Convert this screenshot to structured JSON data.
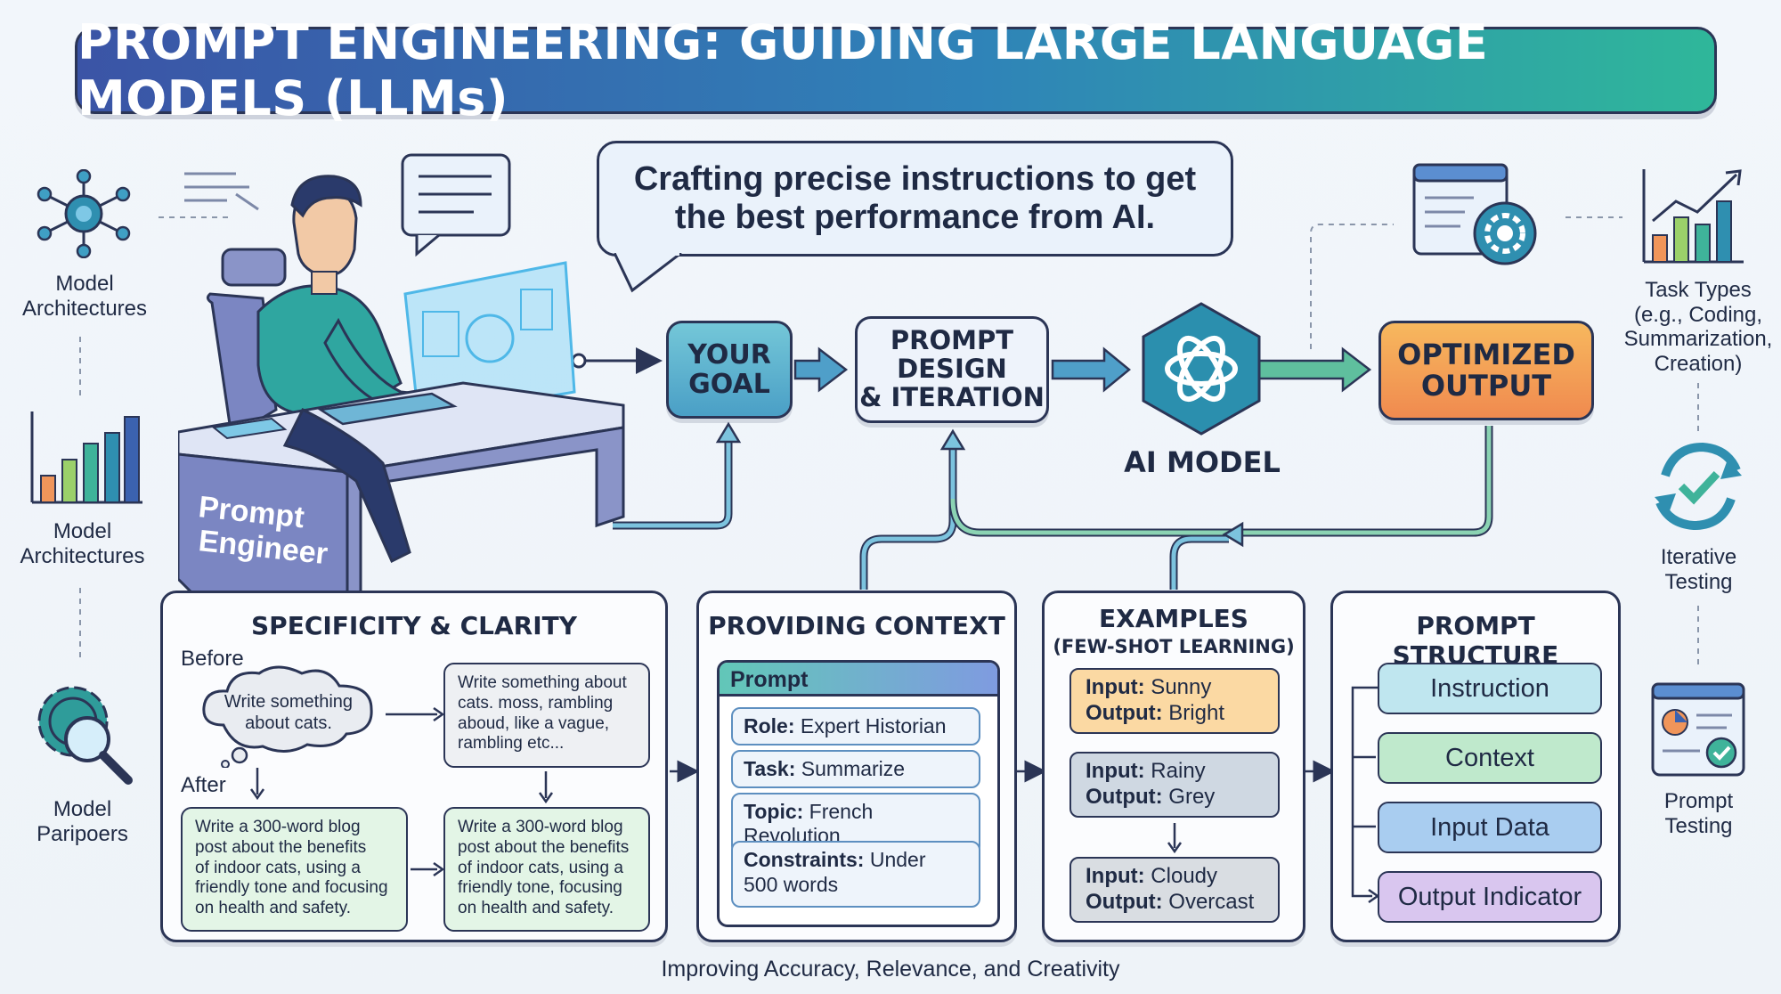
{
  "title": "PROMPT ENGINEERING: GUIDING LARGE LANGUAGE MODELS (LLMs)",
  "speech_bubble": "Crafting precise instructions to get\nthe best performance from AI.",
  "engineer_label": "Prompt\nEngineer",
  "flow": {
    "goal": "YOUR\nGOAL",
    "design": "PROMPT\nDESIGN\n& ITERATION",
    "ai_model": "AI MODEL",
    "output": "OPTIMIZED\nOUTPUT"
  },
  "left_sidebar": [
    {
      "label": "Model\nArchitectures",
      "icon": "network-icon"
    },
    {
      "label": "Model\nArchitectures",
      "icon": "bar-chart-icon"
    },
    {
      "label": "Model\nParipoers",
      "icon": "gear-search-icon"
    }
  ],
  "right_sidebar": [
    {
      "label": "Task Types\n(e.g., Coding,\nSummarization,\nCreation)",
      "icon": "growth-chart-icon"
    },
    {
      "label": "Iterative\nTesting",
      "icon": "refresh-check-icon"
    },
    {
      "label": "Prompt\nTesting",
      "icon": "report-check-icon"
    }
  ],
  "specificity": {
    "title": "SPECIFICITY & CLARITY",
    "before_label": "Before",
    "after_label": "After",
    "before_cloud": "Write something\nabout cats.",
    "before_note": "Write something about\ncats. moss, rambling\naboud, like a vague,\nrambling etc...",
    "after_note_1": "Write a 300-word blog\npost about the benefits\nof indoor cats, using a\nfriendly tone and focusing\non health and safety.",
    "after_note_2": "Write a 300-word blog\npost about the benefits\nof indoor cats, using a\nfriendly tone, focusing\non health and safety."
  },
  "context": {
    "title": "PROVIDING CONTEXT",
    "prompt_header": "Prompt",
    "fields": [
      {
        "key": "Role:",
        "value": " Expert Historian"
      },
      {
        "key": "Task:",
        "value": " Summarize"
      },
      {
        "key": "Topic:",
        "value": " French Revolution"
      },
      {
        "key": "Constraints:",
        "value": " Under\n500 words"
      }
    ]
  },
  "examples": {
    "title": "EXAMPLES",
    "subtitle": "(FEW-SHOT LEARNING)",
    "pairs": [
      {
        "in_key": "Input:",
        "in_val": " Sunny",
        "out_key": "Output:",
        "out_val": " Bright",
        "color": "#fbd9a3"
      },
      {
        "in_key": "Input:",
        "in_val": " Rainy",
        "out_key": "Output:",
        "out_val": " Grey",
        "color": "#cfd8e2"
      },
      {
        "in_key": "Input:",
        "in_val": " Cloudy",
        "out_key": "Output:",
        "out_val": " Overcast",
        "color": "#d9dde2"
      }
    ]
  },
  "structure": {
    "title": "PROMPT STRUCTURE",
    "items": [
      {
        "label": "Instruction",
        "color": "#bfe6ef"
      },
      {
        "label": "Context",
        "color": "#bfe9cc"
      },
      {
        "label": "Input Data",
        "color": "#a9cdf0"
      },
      {
        "label": "Output Indicator",
        "color": "#d9c6ef"
      }
    ]
  },
  "footer": "Improving Accuracy, Relevance, and Creativity"
}
